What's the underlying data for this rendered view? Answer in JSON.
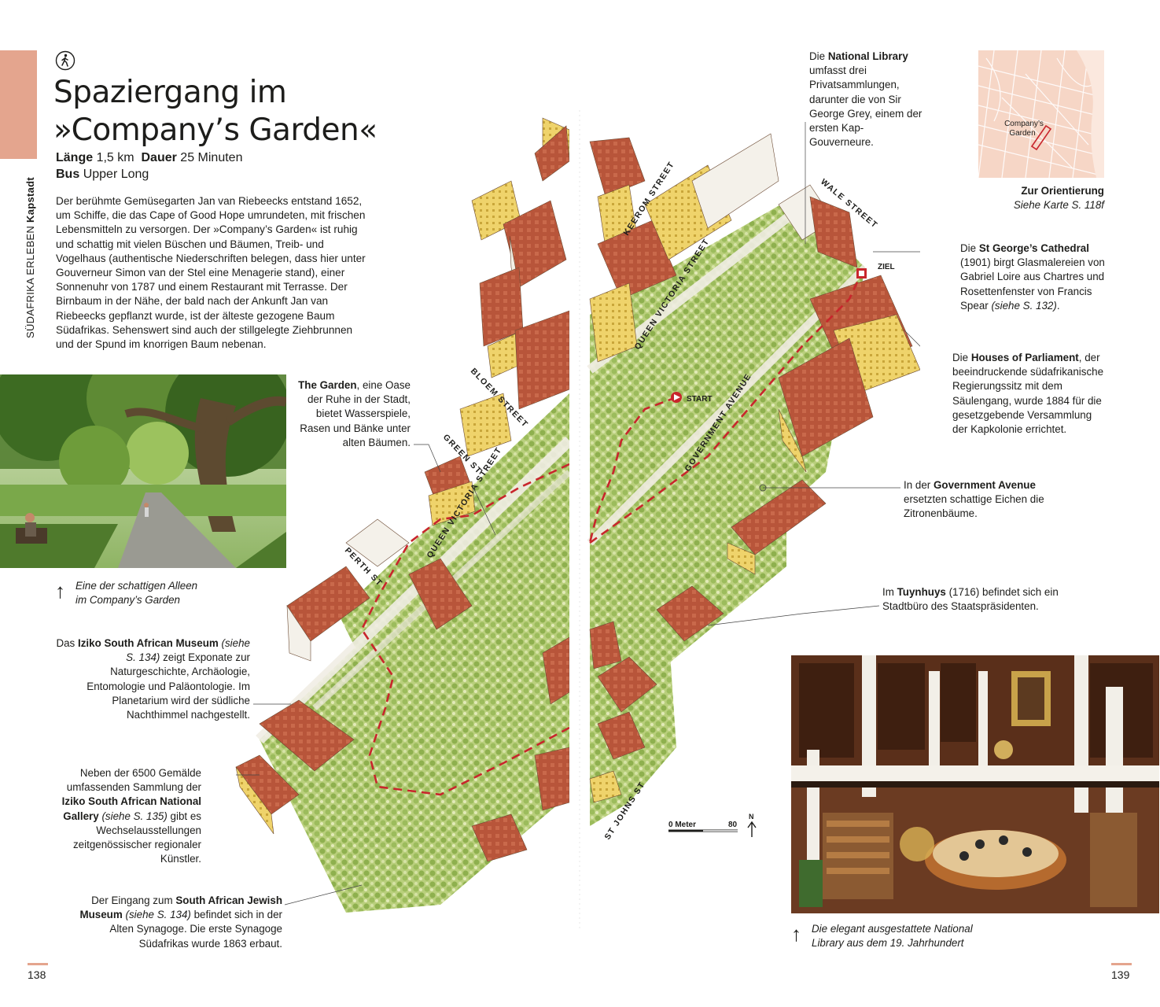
{
  "sidebar": {
    "section": "SÜDAFRIKA ERLEBEN",
    "city": "Kapstadt"
  },
  "header": {
    "title_line1": "Spaziergang im",
    "title_line2": "»Company’s Garden«",
    "length_label": "Länge",
    "length_value": "1,5 km",
    "duration_label": "Dauer",
    "duration_value": "25 Minuten",
    "bus_label": "Bus",
    "bus_value": "Upper Long"
  },
  "intro": "Der berühmte Gemüsegarten Jan van Riebeecks entstand 1652, um Schiffe, die das Cape of Good Hope umrundeten, mit frischen Lebensmitteln zu versorgen. Der »Company’s Garden« ist ruhig und schattig mit vielen Büschen und Bäumen, Treib- und Vogelhaus (authentische Niederschriften belegen, dass hier unter Gouverneur Simon van der Stel eine Menagerie stand), einer Sonnenuhr von 1787 und einem Restaurant mit Terrasse. Der Birnbaum in der Nähe, der bald nach der Ankunft Jan van Riebeecks gepflanzt wurde, ist der älteste gezogene Baum Südafrikas. Sehenswert sind auch der stillgelegte Ziehbrunnen und der Spund im knorrigen Baum nebenan.",
  "captions": {
    "left_photo": [
      "Eine der schattigen Alleen",
      "im Company’s Garden"
    ],
    "right_photo": [
      "Die elegant ausgestattete National",
      "Library aus dem 19. Jahrhundert"
    ]
  },
  "annotations": {
    "garden": {
      "bold": "The Garden",
      "rest": ", eine Oase der Ruhe in der Stadt, bietet Wasserspiele, Rasen und Bänke unter alten Bäumen."
    },
    "iziko_museum": {
      "pre": "Das ",
      "bold": "Iziko South African Museum",
      "ref": " (siehe S. 134)",
      "rest": " zeigt Exponate zur Naturgeschichte, Archäologie, Entomologie und Paläontologie. Im Planetarium wird der südliche Nachthimmel nachgestellt."
    },
    "national_gallery": {
      "pre": "Neben der 6500 Gemälde umfassenden Sammlung der ",
      "bold": "Iziko South African National Gallery",
      "ref": " (siehe S. 135)",
      "rest": " gibt es Wechselausstellungen zeitgenössischer regionaler Künstler."
    },
    "jewish_museum": {
      "pre": "Der Eingang zum ",
      "bold": "South African Jewish Museum",
      "ref": " (siehe S. 134)",
      "rest": " befindet sich in der Alten Synagoge. Die erste Synagoge Südafrikas wurde 1863 erbaut."
    },
    "national_library": {
      "pre": "Die ",
      "bold": "National Library",
      "rest": " umfasst drei Privatsammlungen, darunter die von Sir George Grey, einem der ersten Kap-Gouverneure."
    },
    "st_george": {
      "pre": "Die ",
      "bold": "St George’s Cathedral",
      "rest": " (1901) birgt Glasmalereien von Gabriel Loire aus Chartres und Rosettenfenster von Francis Spear",
      "ref": " (siehe S. 132)",
      "end": "."
    },
    "parliament": {
      "pre": "Die ",
      "bold": "Houses of Parliament",
      "rest": ", der beeindruckende südafrikanische Regierungssitz mit dem Säulengang, wurde 1884 für die gesetzgebende Versammlung der Kapkolonie errichtet."
    },
    "government_avenue": {
      "pre": "In der ",
      "bold": "Government Avenue",
      "rest": " ersetzten schattige Eichen die Zitronenbäume."
    },
    "tuynhuys": {
      "pre": "Im ",
      "bold": "Tuynhuys",
      "rest": " (1716) befindet sich ein Stadtbüro des Staatspräsidenten."
    }
  },
  "orientation": {
    "map_label_line1": "Company’s",
    "map_label_line2": "Garden",
    "title": "Zur Orientierung",
    "ref": "Siehe Karte S. 118f"
  },
  "map": {
    "streets": {
      "keerom": "KEEROM STREET",
      "queen_victoria_north": "QUEEN VICTORIA STREET",
      "wale": "WALE STREET",
      "bloem": "BLOEM STREET",
      "green": "GREEN ST",
      "queen_victoria_south": "QUEEN VICTORIA STREET",
      "perth": "PERTH ST",
      "government_avenue": "GOVERNMENT AVENUE",
      "st_johns": "ST JOHNS ST"
    },
    "start_label": "START",
    "end_label": "ZIEL",
    "scale_label": "0 Meter",
    "scale_value": "80",
    "north_label": "N"
  },
  "pages": {
    "left": "138",
    "right": "139"
  },
  "colors": {
    "accent": "#e4a58e",
    "route": "#c8262c",
    "garden": "#a9c46a",
    "building": "#b8553a"
  }
}
